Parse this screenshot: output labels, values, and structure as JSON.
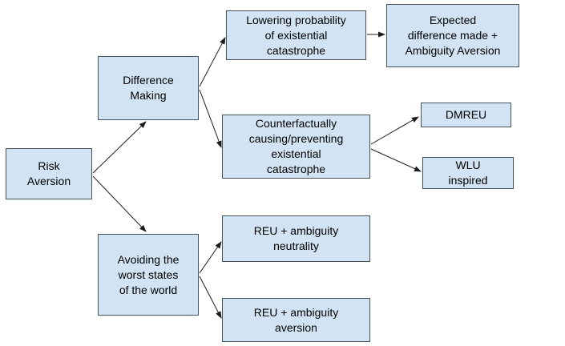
{
  "diagram": {
    "title": "Risk Aversion approaches flowchart",
    "colors": {
      "background": "#ffffff",
      "node_fill": "#d2e4f3",
      "node_border": "#44525c",
      "arrow": "#1d1d1d",
      "text": "#000000"
    },
    "nodes": {
      "risk_aversion": {
        "label": "Risk\nAversion"
      },
      "difference_making": {
        "label": "Difference\nMaking"
      },
      "lowering_probability": {
        "label": "Lowering probability\nof existential\ncatastrophe"
      },
      "expected_difference": {
        "label": "Expected\ndifference made +\nAmbiguity Aversion"
      },
      "counterfactually_causing": {
        "label": "Counterfactually\ncausing/preventing\nexistential\ncatastrophe"
      },
      "dmreu": {
        "label": "DMREU"
      },
      "wlu_inspired": {
        "label": "WLU\ninspired"
      },
      "avoiding_worst_states": {
        "label": "Avoiding the\nworst states\nof the world"
      },
      "reu_ambiguity_neutrality": {
        "label": "REU + ambiguity\nneutrality"
      },
      "reu_ambiguity_aversion": {
        "label": "REU + ambiguity\naversion"
      }
    },
    "edges": [
      {
        "from": "risk_aversion",
        "to": "difference_making"
      },
      {
        "from": "risk_aversion",
        "to": "avoiding_worst_states"
      },
      {
        "from": "difference_making",
        "to": "lowering_probability"
      },
      {
        "from": "difference_making",
        "to": "counterfactually_causing"
      },
      {
        "from": "lowering_probability",
        "to": "expected_difference"
      },
      {
        "from": "counterfactually_causing",
        "to": "dmreu"
      },
      {
        "from": "counterfactually_causing",
        "to": "wlu_inspired"
      },
      {
        "from": "avoiding_worst_states",
        "to": "reu_ambiguity_neutrality"
      },
      {
        "from": "avoiding_worst_states",
        "to": "reu_ambiguity_aversion"
      }
    ]
  }
}
